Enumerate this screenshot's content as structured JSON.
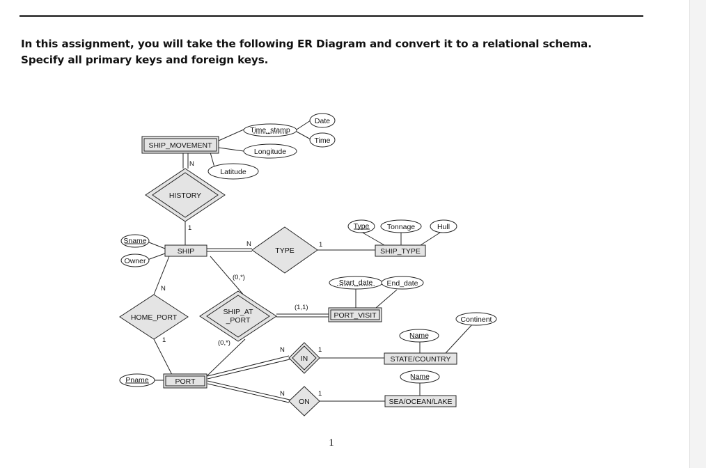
{
  "document": {
    "intro_line1": "In this assignment, you will take the following ER Diagram and convert it to a relational schema.",
    "intro_line2": "Specify all primary keys and foreign keys.",
    "page_number": "1"
  },
  "diagram": {
    "entities": {
      "ship_movement": "SHIP_MOVEMENT",
      "ship": "SHIP",
      "ship_type": "SHIP_TYPE",
      "port_visit": "PORT_VISIT",
      "state_country": "STATE/COUNTRY",
      "port": "PORT",
      "sea_ocean_lake": "SEA/OCEAN/LAKE"
    },
    "relationships": {
      "history": "HISTORY",
      "type": "TYPE",
      "home_port": "HOME_PORT",
      "ship_at_port_line1": "SHIP_AT",
      "ship_at_port_line2": "_PORT",
      "in": "IN",
      "on": "ON"
    },
    "attributes": {
      "date": "Date",
      "time_stamp": "Time_stamp",
      "time": "Time",
      "longitude": "Longitude",
      "latitude": "Latitude",
      "sname": "Sname",
      "owner": "Owner",
      "type": "Type",
      "tonnage": "Tonnage",
      "hull": "Hull",
      "start_date": "Start_date",
      "end_date": "End_date",
      "continent": "Continent",
      "name_state": "Name",
      "name_sea": "Name",
      "pname": "Pname"
    },
    "cardinalities": {
      "history_n": "N",
      "history_1": "1",
      "type_n": "N",
      "type_1": "1",
      "home_port_n": "N",
      "home_port_1": "1",
      "ship_at_ship": "(0,*)",
      "ship_at_port": "(0,*)",
      "ship_at_visit": "(1,1)",
      "in_n": "N",
      "in_1": "1",
      "on_n": "N",
      "on_1": "1"
    }
  }
}
